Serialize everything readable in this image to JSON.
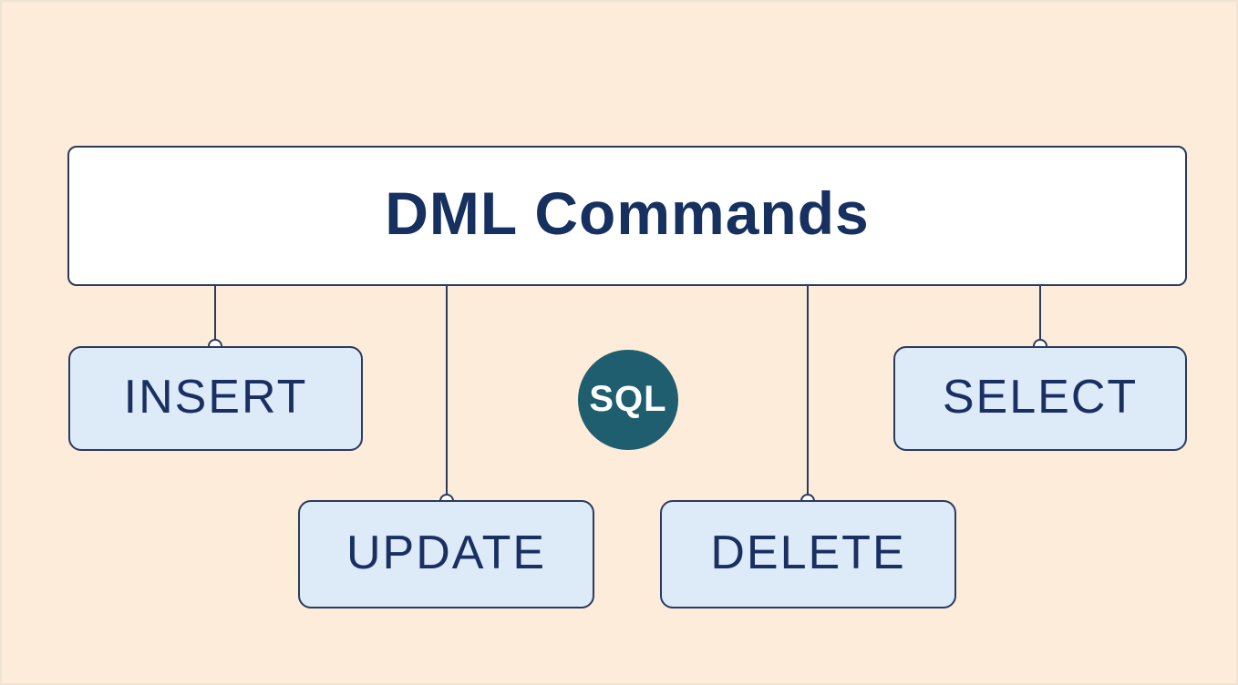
{
  "diagram": {
    "title": "DML Commands",
    "badge": {
      "label": "SQL"
    },
    "nodes": [
      {
        "id": "insert",
        "label": "INSERT"
      },
      {
        "id": "update",
        "label": "UPDATE"
      },
      {
        "id": "delete",
        "label": "DELETE"
      },
      {
        "id": "select",
        "label": "SELECT"
      }
    ],
    "colors": {
      "background": "#fdecd9",
      "title_box_fill": "#ffffff",
      "node_fill": "#ddeaf8",
      "border": "#2b3a5e",
      "text": "#1a2f62",
      "badge_fill": "#1f5e6e",
      "badge_text": "#ffffff"
    }
  }
}
